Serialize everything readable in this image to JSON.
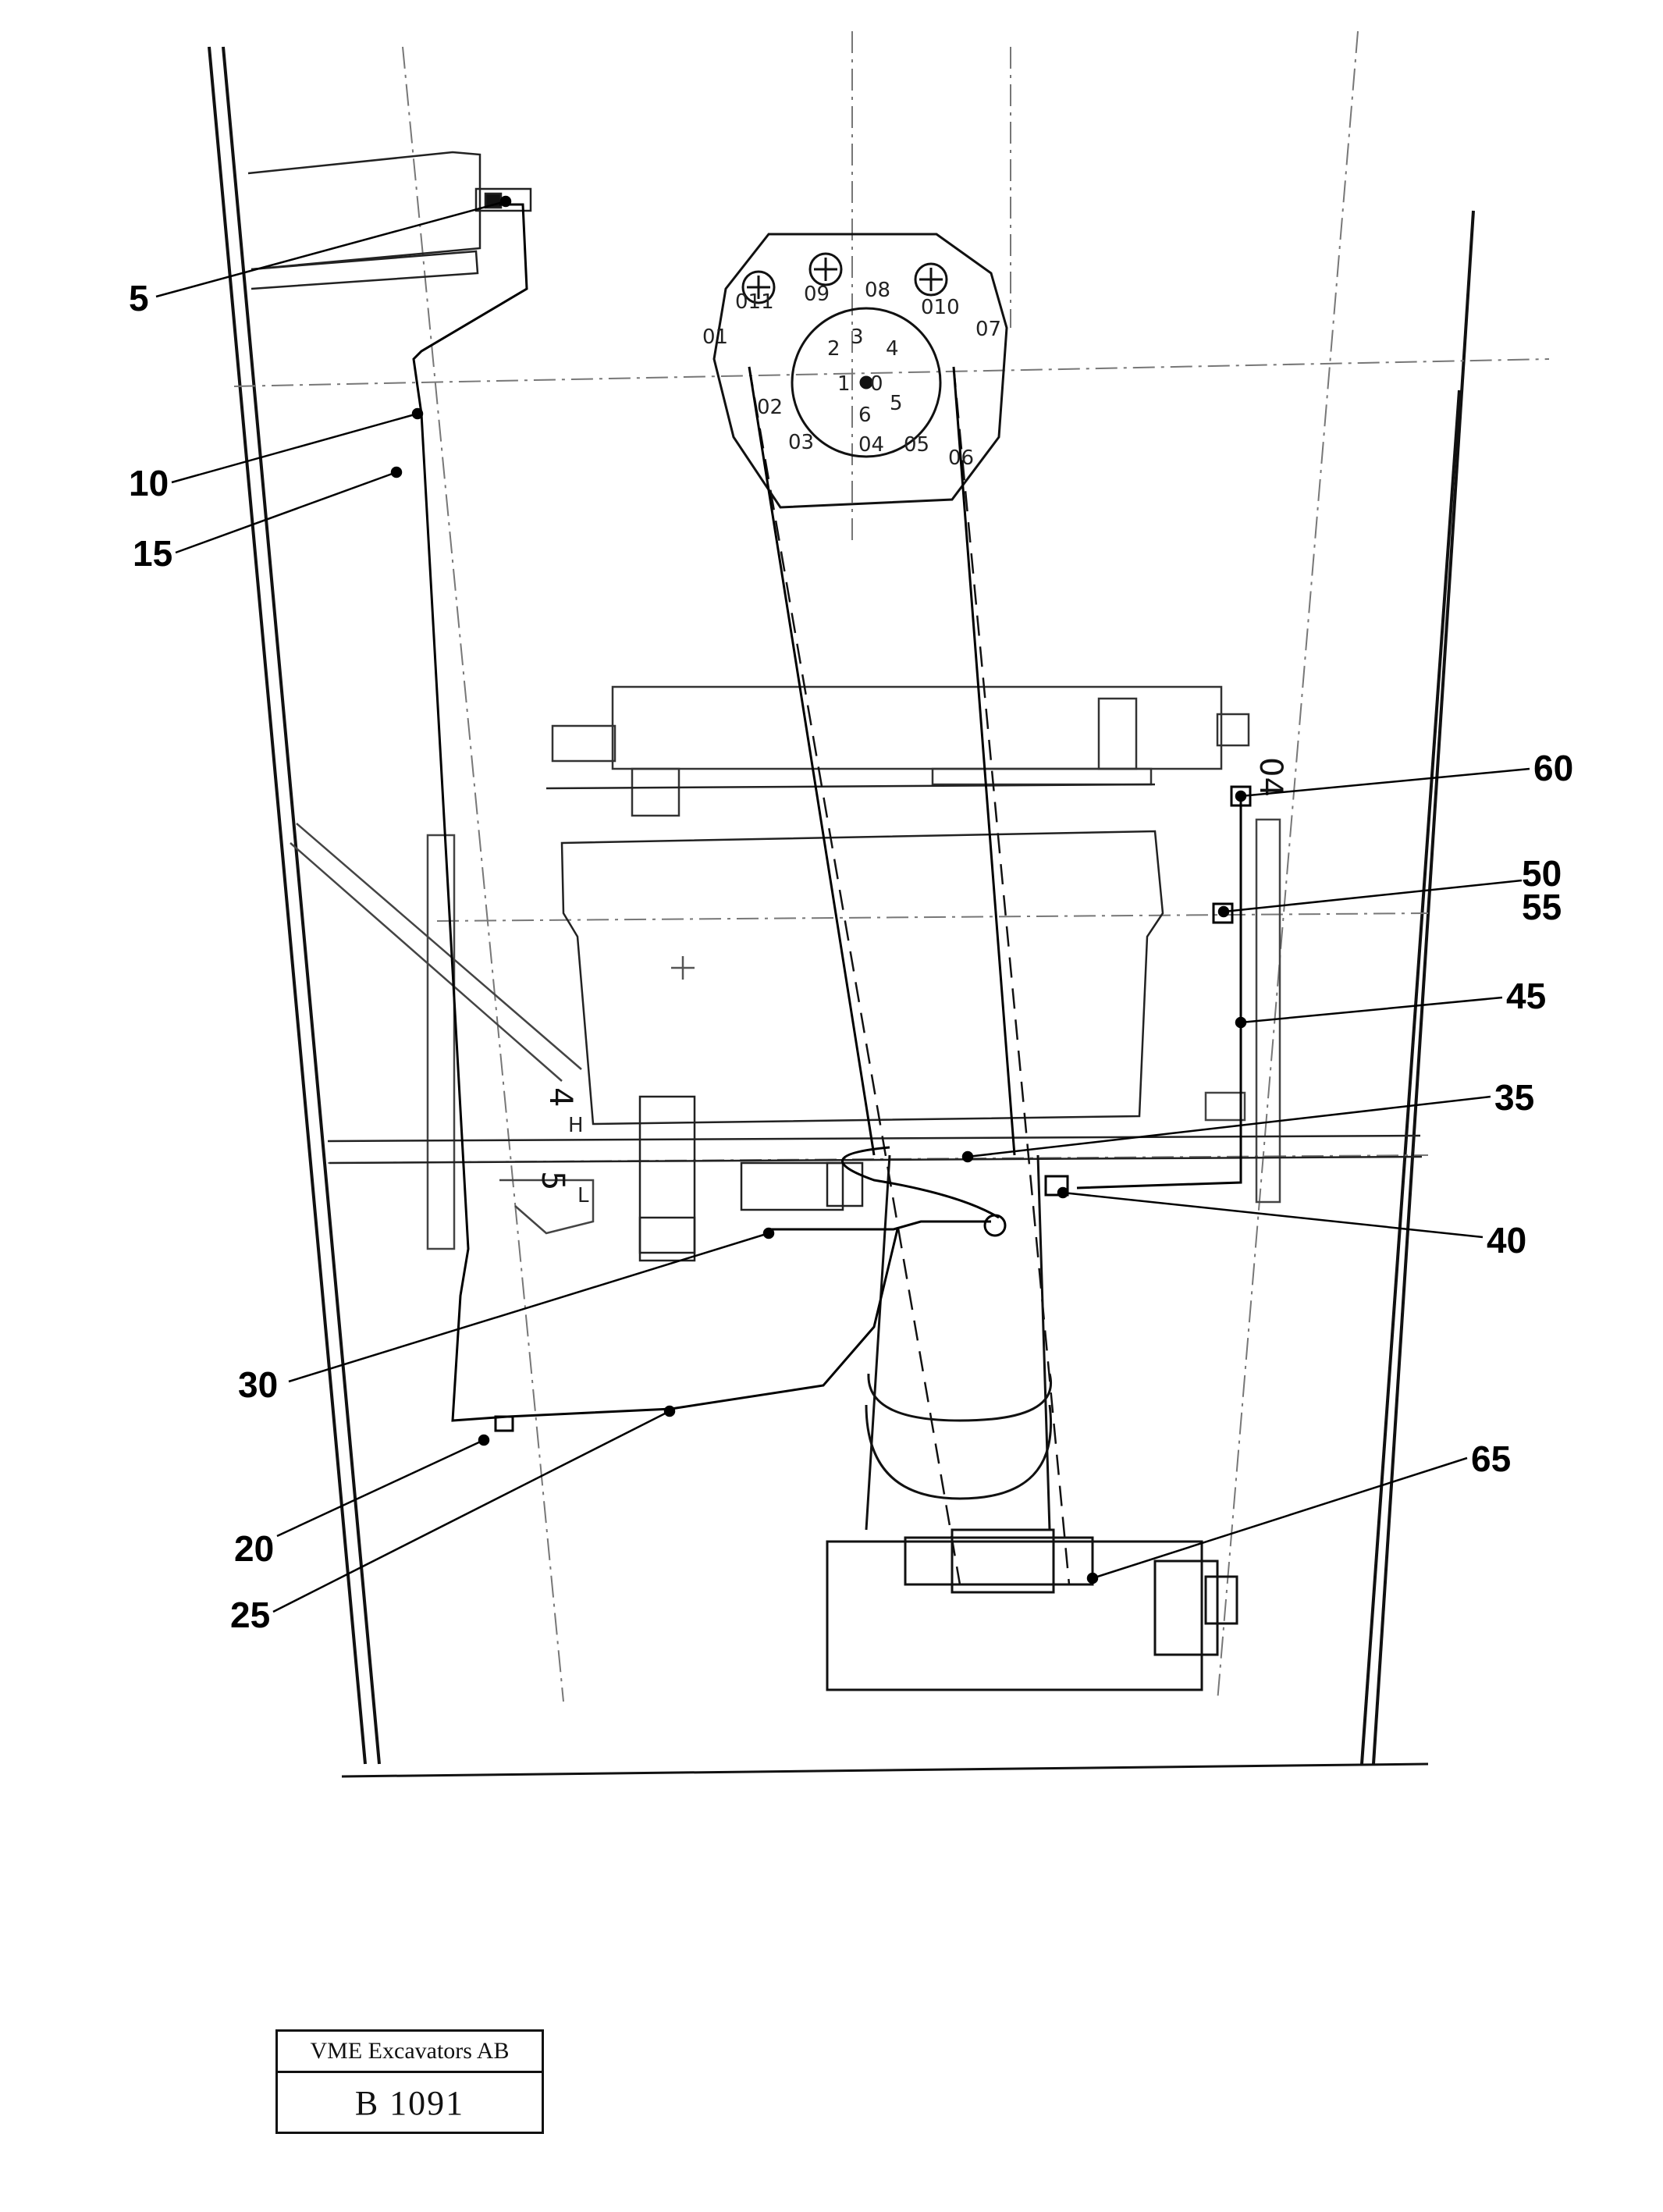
{
  "callouts": [
    {
      "id": "c5",
      "label": "5"
    },
    {
      "id": "c10",
      "label": "10"
    },
    {
      "id": "c15",
      "label": "15"
    },
    {
      "id": "c20",
      "label": "20"
    },
    {
      "id": "c25",
      "label": "25"
    },
    {
      "id": "c30",
      "label": "30"
    },
    {
      "id": "c35",
      "label": "35"
    },
    {
      "id": "c40",
      "label": "40"
    },
    {
      "id": "c45",
      "label": "45"
    },
    {
      "id": "c50",
      "label": "50"
    },
    {
      "id": "c55",
      "label": "55"
    },
    {
      "id": "c60",
      "label": "60"
    },
    {
      "id": "c65",
      "label": "65"
    }
  ],
  "dial": {
    "outer_ports": [
      "01",
      "011",
      "09",
      "08",
      "010",
      "07",
      "02",
      "03",
      "04",
      "05",
      "06"
    ],
    "inner_ports": [
      "1",
      "2",
      "3",
      "4",
      "5",
      "6",
      "0"
    ]
  },
  "handwritten": {
    "port_4h": "4",
    "port_4h_suffix": "H",
    "port_5l": "5",
    "port_5l_suffix": "L",
    "port_04": "04"
  },
  "title_block": {
    "company": "VME Excavators AB",
    "drawing_number": "B 1091"
  }
}
